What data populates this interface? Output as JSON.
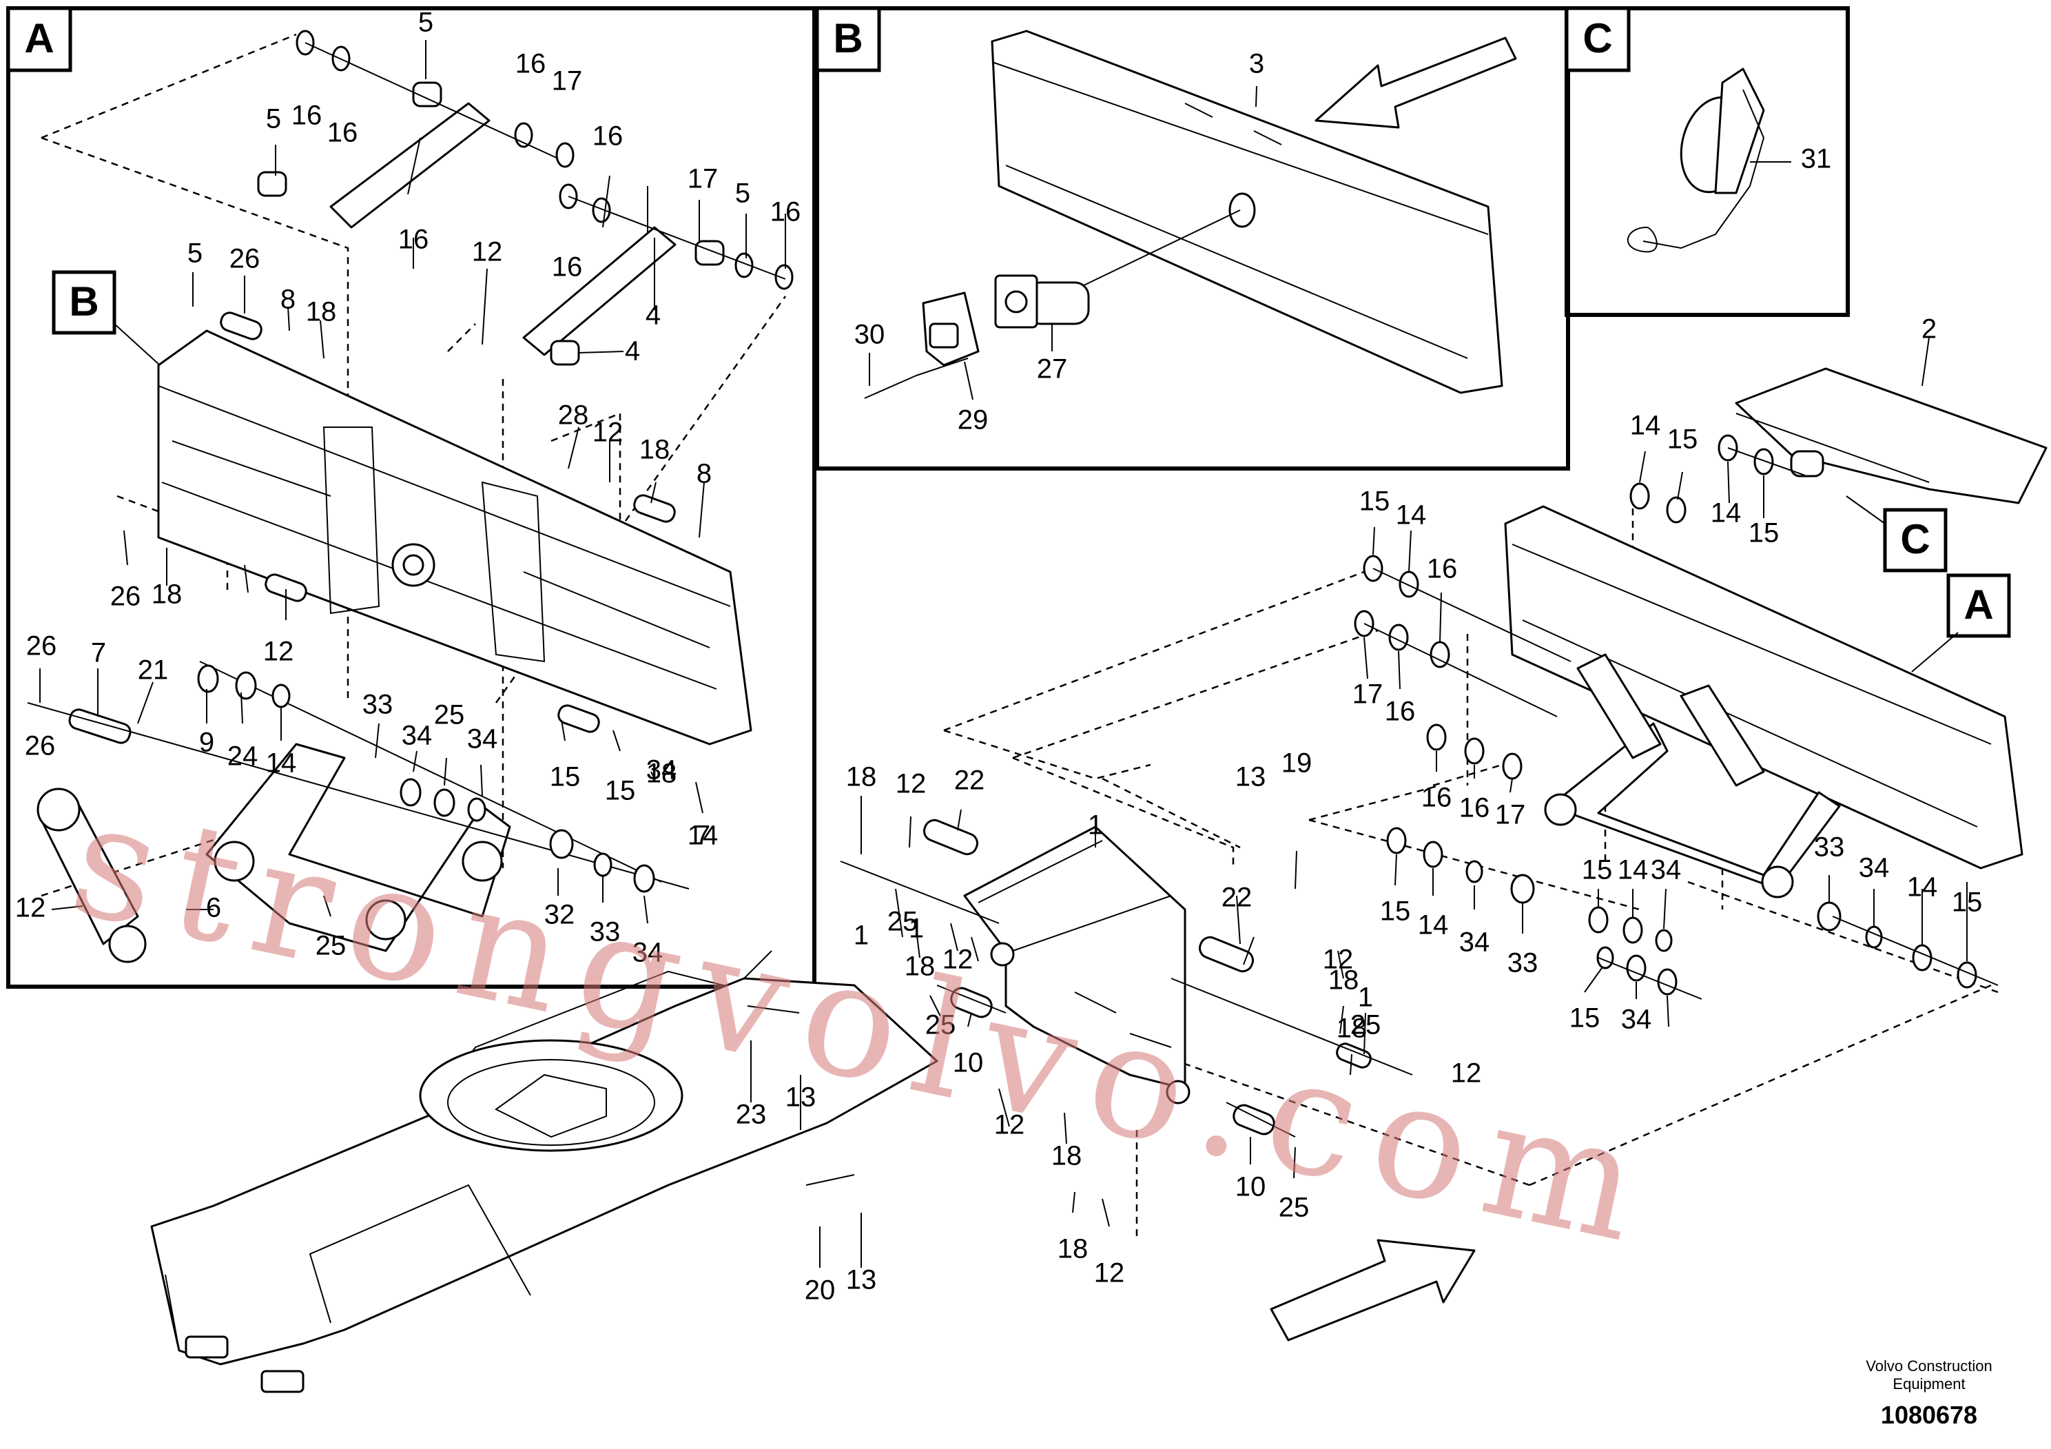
{
  "frames": {
    "a": "A",
    "b": "B",
    "c": "C"
  },
  "detail_tags": {
    "b_in_a": "B",
    "c_on_main": "C",
    "a_on_main": "A"
  },
  "callouts": {
    "a": [
      "5",
      "16",
      "16",
      "16",
      "17",
      "5",
      "16",
      "16",
      "17",
      "5",
      "16",
      "16",
      "4",
      "4",
      "5",
      "26",
      "8",
      "18",
      "12",
      "28",
      "12",
      "18",
      "8",
      "26",
      "18",
      "12",
      "26",
      "7",
      "21",
      "9",
      "24",
      "14",
      "33",
      "34",
      "25",
      "34",
      "15",
      "15",
      "34",
      "7",
      "26",
      "12",
      "18",
      "6",
      "25",
      "32",
      "33",
      "34",
      "14"
    ],
    "b": [
      "3",
      "30",
      "27",
      "29"
    ],
    "c": [
      "31"
    ],
    "main": [
      "2",
      "14",
      "15",
      "14",
      "15",
      "15",
      "14",
      "16",
      "17",
      "16",
      "16",
      "16",
      "17",
      "15",
      "14",
      "34",
      "33",
      "15",
      "14",
      "34",
      "33",
      "34",
      "14",
      "15",
      "1",
      "15",
      "34",
      "18",
      "12",
      "22",
      "1",
      "25",
      "1",
      "18",
      "12",
      "13",
      "19",
      "22",
      "12",
      "18",
      "1",
      "25",
      "12",
      "18",
      "25",
      "10",
      "23",
      "13",
      "12",
      "18",
      "10",
      "25",
      "18",
      "12",
      "20",
      "13"
    ]
  },
  "credit": {
    "line1": "Volvo Construction",
    "line2": "Equipment",
    "doc_number": "1080678"
  },
  "watermark": "strongvolvo.com",
  "colors": {
    "line": "#000000",
    "watermark": "#d67878",
    "background": "#ffffff"
  }
}
